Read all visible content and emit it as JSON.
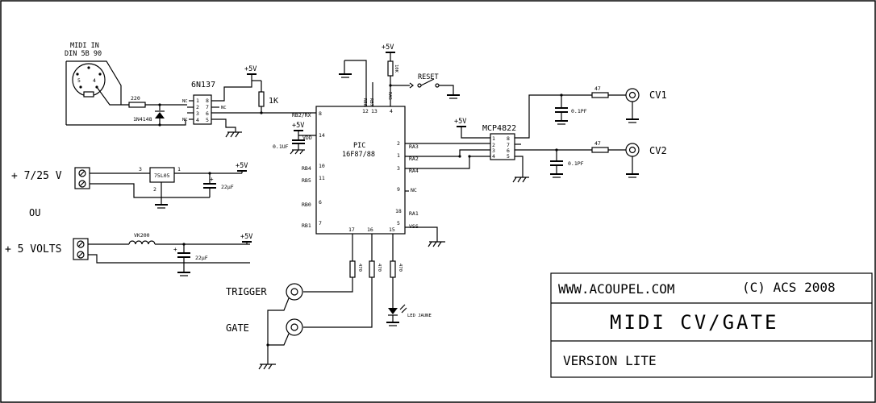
{
  "midi_in": {
    "label_line1": "MIDI IN",
    "label_line2": "DIN 5B 90",
    "pin5": "5",
    "pin4": "4"
  },
  "optocoupler": {
    "name": "6N137",
    "pins_left": [
      "1",
      "2",
      "3",
      "4"
    ],
    "pins_right": [
      "8",
      "7",
      "6",
      "5"
    ],
    "nc_left_1": "NC",
    "nc_left_4": "NC",
    "nc_right_7": "NC",
    "resistor_in": "220",
    "diode": "1N4148",
    "pullup": "1K"
  },
  "power_labels": {
    "p1": "+5V",
    "p2": "+5V",
    "p3": "+5V",
    "p4": "+5V",
    "p5": "+5V",
    "p6": "+5V"
  },
  "pic": {
    "name_line1": "PIC",
    "name_line2": "16F87/88",
    "top_pin_labels": [
      "RB6",
      "RB7",
      "RA5"
    ],
    "top_pin_numbers": [
      "12",
      "13",
      "4"
    ],
    "pin_rb2": {
      "label": "RB2/RX",
      "num": "8"
    },
    "pin_vdd": {
      "label": "VDD",
      "num": "14"
    },
    "pin_rb4": {
      "label": "RB4",
      "num": "10"
    },
    "pin_rb5": {
      "label": "RB5",
      "num": "11"
    },
    "pin_rb0": {
      "label": "RB0",
      "num": "6"
    },
    "pin_rb1": {
      "label": "RB1",
      "num": "7"
    },
    "pin_ra3": {
      "label": "RA3",
      "num": "2"
    },
    "pin_ra2": {
      "label": "RA2",
      "num": "1"
    },
    "pin_ra4": {
      "label": "RA4",
      "num": "3"
    },
    "pin_nc9": {
      "label": "NC",
      "num": "9"
    },
    "pin_ra1": {
      "label": "RA1",
      "num": "18"
    },
    "pin_vss": {
      "label": "VSS",
      "num": "5"
    },
    "bottom_pin_numbers": [
      "17",
      "16",
      "15"
    ],
    "cap": "0.1UF"
  },
  "reset": {
    "label": "RESET",
    "resistor": "10K"
  },
  "dac": {
    "name": "MCP4822",
    "pins_left": [
      "1",
      "2",
      "3",
      "4"
    ],
    "pins_right": [
      "8",
      "7",
      "6",
      "5"
    ],
    "r1": "47",
    "r2": "47",
    "c1": "0.1PF",
    "c2": "0.1PF"
  },
  "outputs": {
    "cv1": "CV1",
    "cv2": "CV2",
    "trigger": "TRIGGER",
    "gate": "GATE"
  },
  "bottom_resistors": [
    "470",
    "470",
    "470"
  ],
  "led": "LED JAUNE",
  "supply": {
    "in1": "+ 7/25 V",
    "or": "OU",
    "in2": "+ 5 VOLTS",
    "regulator": "75L05",
    "reg_pin_in": "3",
    "reg_pin_out": "1",
    "reg_pin_gnd": "2",
    "cap1": "22µF",
    "cap2": "22µF",
    "inductor": "VK200",
    "cap_plus": "+"
  },
  "title_block": {
    "website": "WWW.ACOUPEL.COM",
    "copyright": "(C) ACS 2008",
    "title": "MIDI CV/GATE",
    "version": "VERSION LITE"
  }
}
